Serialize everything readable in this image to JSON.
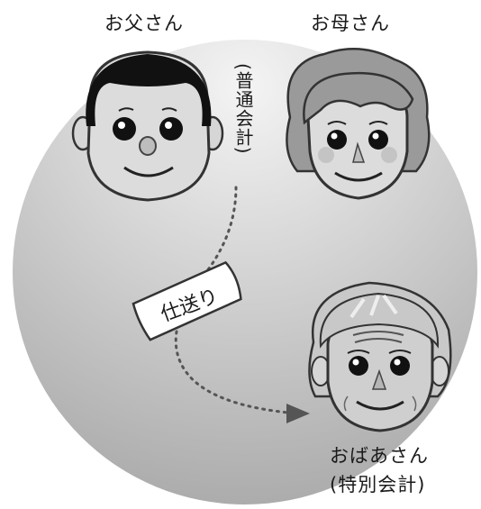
{
  "people": {
    "father": {
      "name": "お父さん"
    },
    "mother": {
      "name": "お母さん"
    },
    "grandmother": {
      "name": "おばあさん",
      "account": "(特別会計)"
    }
  },
  "father_account": "(普通会計)",
  "transfer_label": "仕送り",
  "colors": {
    "circle_light": "#f2f2f2",
    "circle_dark": "#a9a9a9",
    "skin": "#dcdcdc",
    "hair_dark": "#111111",
    "hair_mother": "#9a9a9a",
    "hair_grandma": "#c8c8c8",
    "line": "#555555"
  }
}
